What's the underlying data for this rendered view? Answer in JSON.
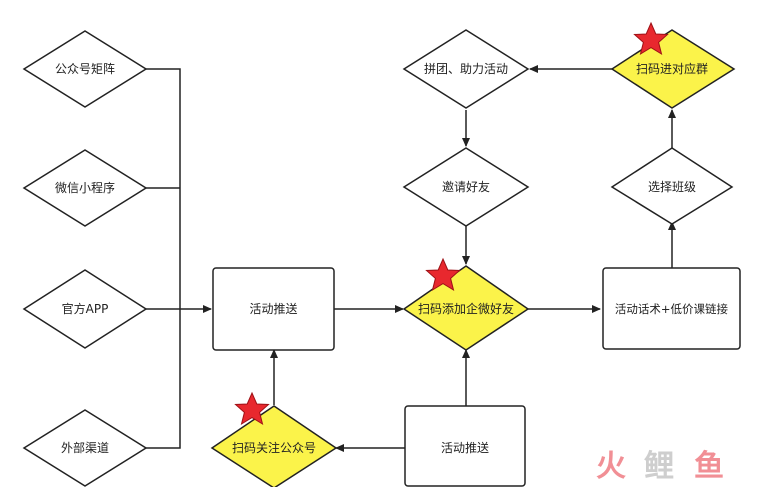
{
  "colors": {
    "stroke": "#222222",
    "highlight_fill": "#fbf34a",
    "star_fill": "#e8282e",
    "star_stroke": "#9e1116",
    "watermark_red": "#f0838a",
    "watermark_gray": "#c9c9c9"
  },
  "nodes": {
    "gzh_matrix": "公众号矩阵",
    "mini_program": "微信小程序",
    "official_app": "官方APP",
    "external_channels": "外部渠道",
    "activity_push_main": "活动推送",
    "activity_push_bottom": "活动推送",
    "scan_follow_gzh": "扫码关注公众号",
    "scan_add_wecom": "扫码添加企微好友",
    "invite_friends": "邀请好友",
    "group_buy_assist": "拼团、助力活动",
    "scan_join_group": "扫码进对应群",
    "select_class": "选择班级",
    "activity_script": "活动话术+低价课链接"
  },
  "watermark": {
    "part1": "火",
    "part2": "鲤",
    "part3": "鱼"
  }
}
